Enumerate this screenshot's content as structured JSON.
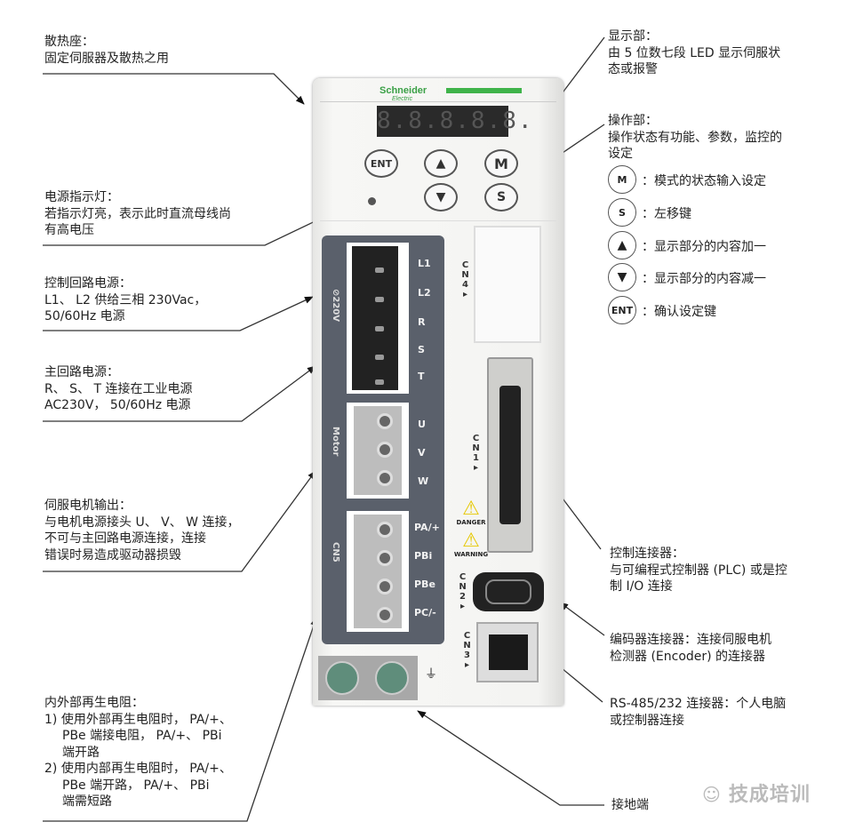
{
  "left_notes": [
    {
      "title": "散热座：",
      "lines": [
        "固定伺服器及散热之用"
      ]
    },
    {
      "title": "电源指示灯：",
      "lines": [
        "若指示灯亮，表示此时直流母线尚",
        "有高电压"
      ]
    },
    {
      "title": "控制回路电源：",
      "lines": [
        "L1、 L2 供给三相 230Vac，",
        "50/60Hz 电源"
      ]
    },
    {
      "title": "主回路电源：",
      "lines": [
        "R、 S、 T 连接在工业电源",
        "AC230V， 50/60Hz 电源"
      ]
    },
    {
      "title": "伺服电机输出：",
      "lines": [
        "与电机电源接头 U、 V、 W 连接，",
        "不可与主回路电源连接，连接",
        "错误时易造成驱动器损毁"
      ]
    },
    {
      "title": "内外部再生电阻：",
      "lines": [
        "1) 使用外部再生电阻时， PA/+、",
        "PBe 端接电阻， PA/+、 PBi",
        "端开路",
        "2) 使用内部再生电阻时， PA/+、",
        "PBe 端开路， PA/+、 PBi",
        "端需短路"
      ]
    }
  ],
  "right_notes": [
    {
      "title": "显示部：",
      "lines": [
        "由 5 位数七段 LED 显示伺服状",
        "态或报警"
      ]
    },
    {
      "title": "操作部：",
      "lines": [
        "操作状态有功能、参数，监控的",
        "设定"
      ]
    },
    {
      "title": "控制连接器：",
      "lines": [
        "与可编程式控制器 (PLC) 或是控",
        "制 I/O 连接"
      ]
    },
    {
      "title": "编码器连接器：连接伺服电机",
      "lines": [
        "检测器 (Encoder) 的连接器"
      ]
    },
    {
      "title": "RS-485/232 连接器：个人电脑",
      "lines": [
        "或控制器连接"
      ]
    },
    {
      "title": "接地端",
      "lines": []
    }
  ],
  "button_legend": [
    {
      "key": "M",
      "desc": "：模式的状态输入设定"
    },
    {
      "key": "S",
      "desc": "：左移键"
    },
    {
      "key": "▲",
      "desc": "：显示部分的内容加一"
    },
    {
      "key": "▼",
      "desc": "：显示部分的内容减一"
    },
    {
      "key": "ENT",
      "desc": "：确认设定键"
    }
  ],
  "device": {
    "brand": "Schneider",
    "brand_sub": "Electric",
    "led_display": "8.8.8.8.8.",
    "buttons": {
      "ent": "ENT",
      "up": "▲",
      "down": "▼",
      "m": "M",
      "s": "S"
    },
    "power_terminals": [
      "L1",
      "L2",
      "R",
      "S",
      "T"
    ],
    "motor_terminals": [
      "U",
      "V",
      "W"
    ],
    "cn5_terminals": [
      "PA/+",
      "PBi",
      "PBe",
      "PC/-"
    ],
    "group_labels": {
      "power": "⊘220V",
      "motor": "Motor",
      "cn5": "CN5"
    },
    "connectors": {
      "cn4": "CN4▸",
      "cn1": "CN1▸",
      "cn2": "CN2▸",
      "cn3": "CN3▸"
    },
    "danger": "DANGER",
    "warning": "WARNING",
    "ground_symbol": "⏚",
    "brand_color": "#3fb34a"
  },
  "watermark": "技成培训"
}
